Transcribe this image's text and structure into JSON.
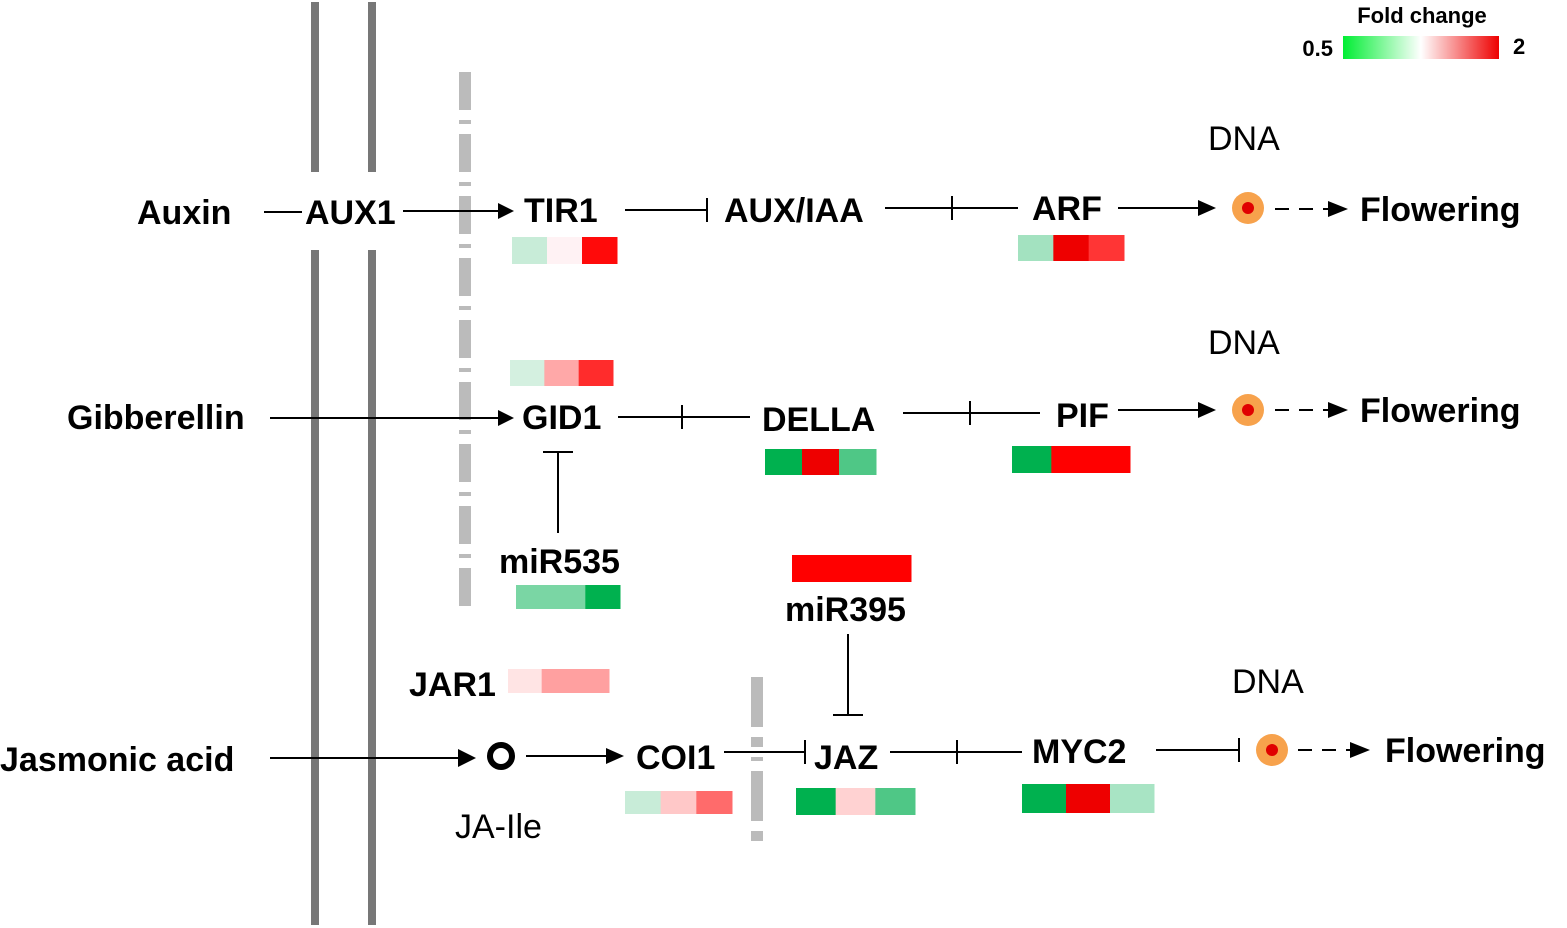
{
  "legend": {
    "title": "Fold change",
    "min_label": "0.5",
    "max_label": "2",
    "low_color": "#00ee33",
    "mid_color": "#ffffff",
    "high_color": "#ee0000"
  },
  "pathways": {
    "auxin": {
      "hormone": "Auxin",
      "transporter": "AUX1",
      "receptor": "TIR1",
      "repressor": "AUX/IAA",
      "tf": "ARF",
      "dna": "DNA",
      "output": "Flowering"
    },
    "gibberellin": {
      "hormone": "Gibberellin",
      "receptor": "GID1",
      "repressor": "DELLA",
      "tf": "PIF",
      "dna": "DNA",
      "output": "Flowering",
      "mirna": "miR535"
    },
    "jasmonate": {
      "hormone": "Jasmonic acid",
      "conjugate": "JA-Ile",
      "synthase": "JAR1",
      "receptor": "COI1",
      "repressor": "JAZ",
      "tf": "MYC2",
      "dna": "DNA",
      "output": "Flowering",
      "mirna": "miR395"
    }
  },
  "heatmaps": {
    "TIR1": [
      "#c8ecd8",
      "#fff2f4",
      "#ff0a0a"
    ],
    "ARF": [
      "#a3e2c0",
      "#ee0000",
      "#ff3535"
    ],
    "GID1": [
      "#d4f0e0",
      "#ffa8a8",
      "#ff2c2c"
    ],
    "DELLA": [
      "#00b14f",
      "#ee0000",
      "#4fc786"
    ],
    "PIF": [
      "#00b14f",
      "#ff0000",
      "#ff0000"
    ],
    "miR535": [
      "#7ad6a4",
      "#7ad6a4",
      "#00b14f"
    ],
    "miR395": [
      "#ff0000"
    ],
    "JAR1": [
      "#ffe4e4",
      "#ffa0a0",
      "#ffa0a0"
    ],
    "COI1": [
      "#c8ecd8",
      "#ffc8c8",
      "#ff6b6b"
    ],
    "JAZ": [
      "#00b14f",
      "#ffd2d2",
      "#4fc786"
    ],
    "MYC2": [
      "#00b14f",
      "#ee0000",
      "#a8e4c4"
    ]
  }
}
